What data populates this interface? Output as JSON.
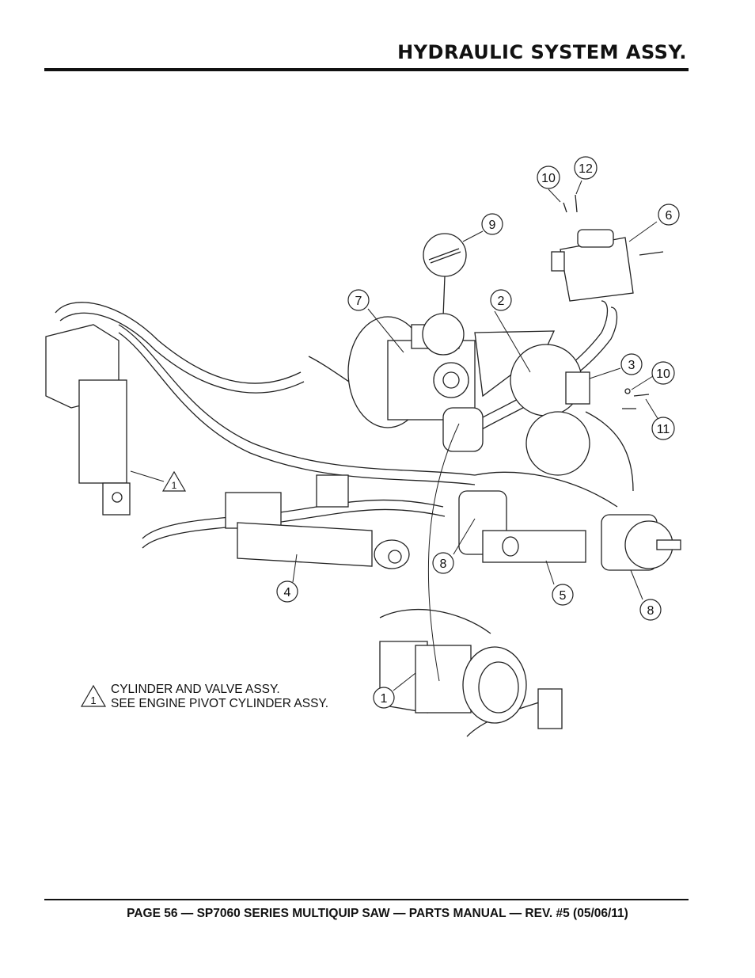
{
  "header": {
    "title": "HYDRAULIC SYSTEM ASSY."
  },
  "footer": {
    "text": "PAGE 56 — SP7060 SERIES MULTIQUIP SAW — PARTS MANUAL — REV. #5 (05/06/11)"
  },
  "callouts": {
    "c1_reservoir": "1",
    "c1_note_tri": "1",
    "c1_cyl_tri": "1",
    "c2": "2",
    "c3": "3",
    "c4": "4",
    "c5": "5",
    "c6": "6",
    "c7": "7",
    "c8_left": "8",
    "c8_right": "8",
    "c9": "9",
    "c10_top": "10",
    "c10_right": "10",
    "c11": "11",
    "c12": "12"
  },
  "note": {
    "line1": "CYLINDER AND VALVE ASSY.",
    "line2": "SEE ENGINE PIVOT CYLINDER ASSY."
  }
}
